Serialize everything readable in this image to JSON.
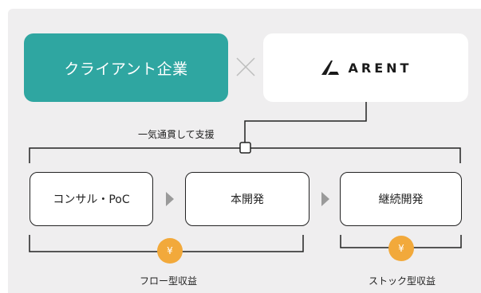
{
  "client": {
    "label": "クライアント企業"
  },
  "partner": {
    "logo_text": "ARENT"
  },
  "connector": {
    "label": "一気通貫して支援"
  },
  "phases": [
    {
      "label": "コンサル・PoC"
    },
    {
      "label": "本開発"
    },
    {
      "label": "継続開発"
    }
  ],
  "revenue": {
    "currency_symbol": "¥",
    "flow_label": "フロー型収益",
    "stock_label": "ストック型収益"
  },
  "colors": {
    "client_teal": "#2fa6a1",
    "yen_orange": "#f2a93b",
    "background": "#efeeef"
  },
  "icons": [
    "times-icon",
    "arent-logo-icon",
    "arrow-right-icon",
    "yen-coin-icon"
  ]
}
